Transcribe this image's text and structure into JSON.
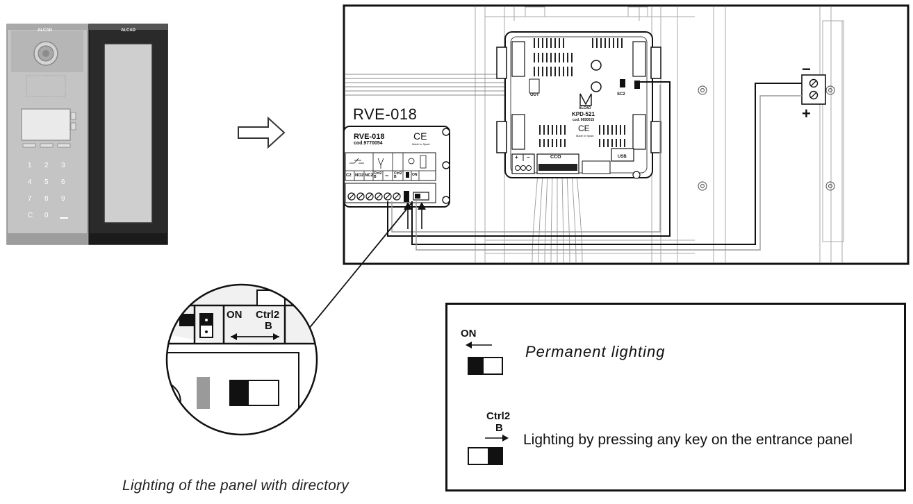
{
  "entrance_panel": {
    "brand_left": "ALCAD",
    "brand_right": "ALCAD",
    "keys": [
      "1",
      "2",
      "3",
      "4",
      "5",
      "6",
      "7",
      "8",
      "9",
      "C",
      "0"
    ]
  },
  "module": {
    "title": "RVE-018",
    "label_name": "RVE-018",
    "label_code": "cod.9770054",
    "ce_mark": "CE",
    "made_in": "Made in Spain",
    "terminals": [
      "C2",
      "NO2",
      "NC2",
      "Ctrl2 B",
      "−",
      "Ctrl2 B",
      "ON"
    ]
  },
  "controller": {
    "brand": "ALCAD",
    "model": "KPD-521",
    "code": "cod. 9650015",
    "ce_mark": "CE",
    "made_in": "Made in Spain",
    "out_label": "OUT",
    "sc2_label": "SC2",
    "cco_label": "CCO",
    "usb_label": "USB",
    "plus": "+",
    "minus": "−"
  },
  "power_terminal": {
    "minus": "−",
    "plus": "+"
  },
  "zoom": {
    "on_label": "ON",
    "ctrl_label": "Ctrl2",
    "b_label": "B"
  },
  "legend": {
    "on_label": "ON",
    "permanent": "Permanent lighting",
    "ctrl_label": "Ctrl2",
    "b_label": "B",
    "pressing": "Lighting by pressing any key on the entrance panel"
  },
  "caption": "Lighting of the panel with directory",
  "colors": {
    "line": "#111111",
    "grey": "#9a9a9a",
    "panel": "#bdbdbd",
    "dark": "#1a1a1a"
  }
}
